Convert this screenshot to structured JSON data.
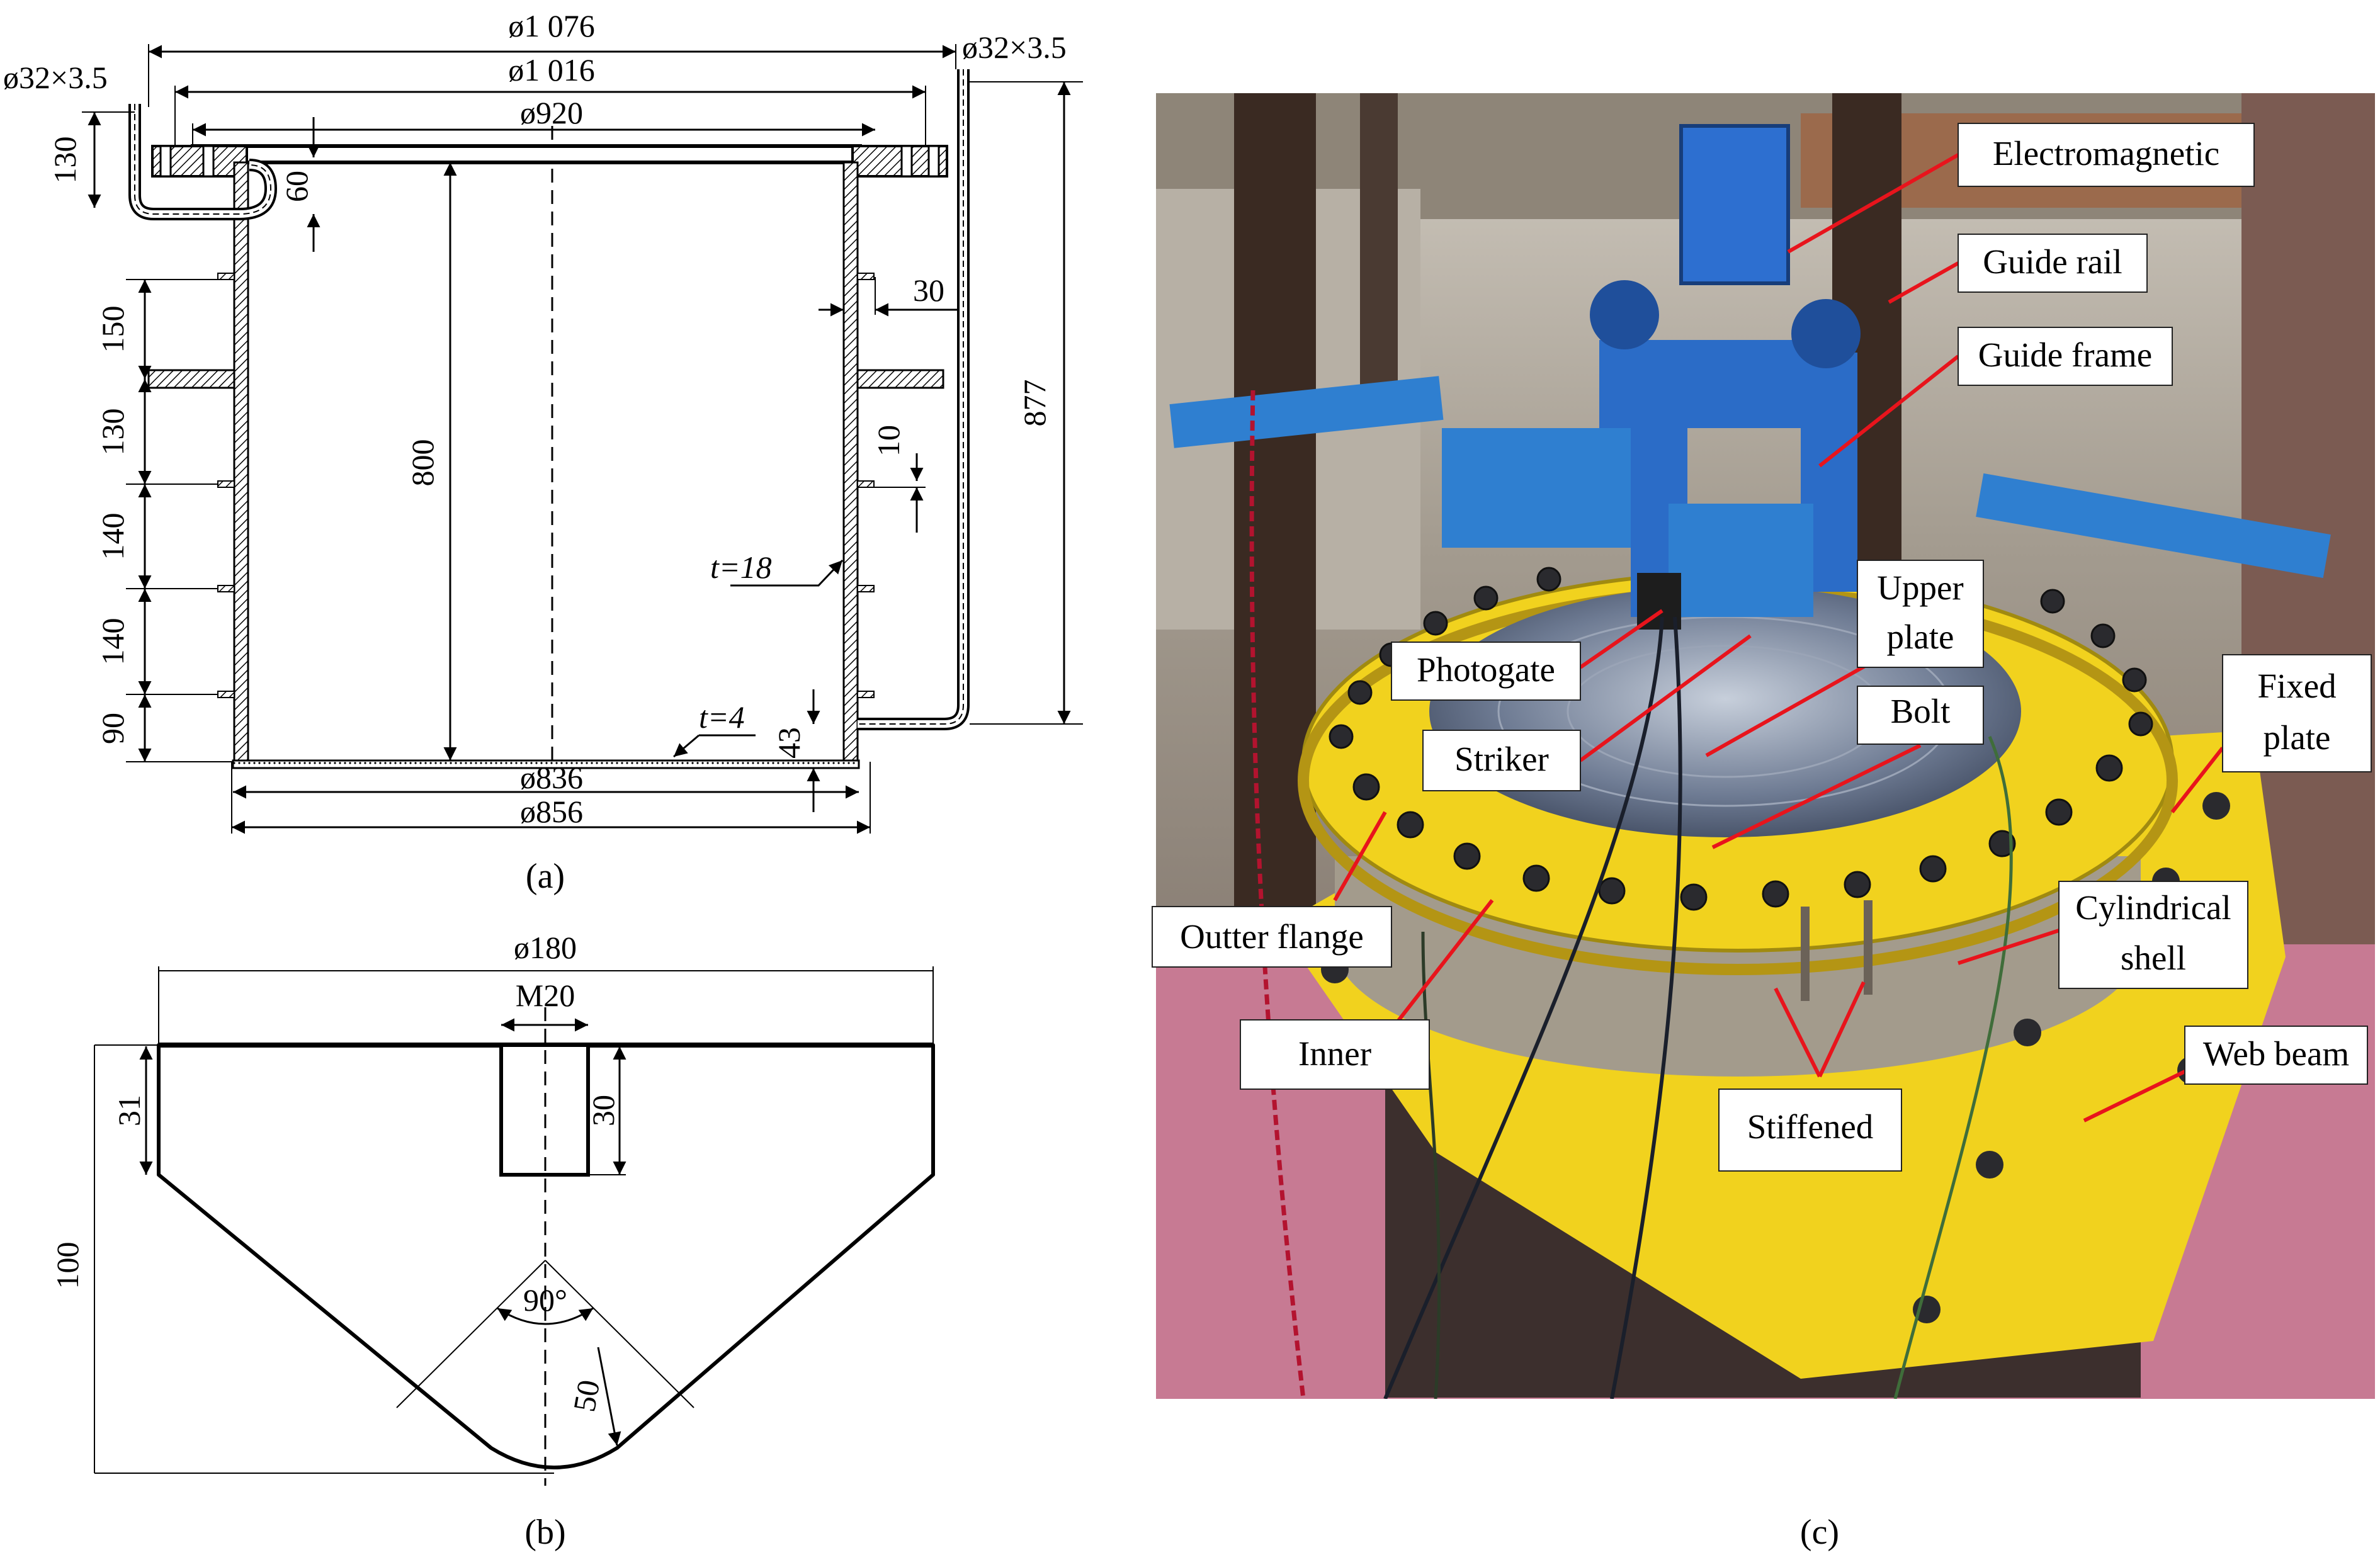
{
  "panel_a": {
    "caption": "(a)",
    "dims": {
      "d1076": "ø1 076",
      "d1016": "ø1 016",
      "d920": "ø920",
      "pipe_left": "ø32×3.5",
      "pipe_right": "ø32×3.5",
      "h130_top": "130",
      "h60": "60",
      "h150": "150",
      "h130": "130",
      "h140a": "140",
      "h140b": "140",
      "h90": "90",
      "h800": "800",
      "w30": "30",
      "w10": "10",
      "h877": "877",
      "t18": "t=18",
      "t4": "t=4",
      "h43": "43",
      "d836": "ø836",
      "d856": "ø856"
    }
  },
  "panel_b": {
    "caption": "(b)",
    "dims": {
      "d180": "ø180",
      "m20": "M20",
      "h31": "31",
      "h30": "30",
      "h100": "100",
      "ang90": "90°",
      "r50": "50"
    }
  },
  "panel_c": {
    "caption": "(c)",
    "labels": {
      "electromagnetic": "Electromagnetic",
      "guide_rail": "Guide rail",
      "guide_frame": "Guide frame",
      "upper_plate_1": "Upper",
      "upper_plate_2": "plate",
      "photogate": "Photogate",
      "bolt": "Bolt",
      "striker": "Striker",
      "fixed_plate_1": "Fixed",
      "fixed_plate_2": "plate",
      "outter_flange": "Outter flange",
      "cylindrical_shell_1": "Cylindrical",
      "cylindrical_shell_2": "shell",
      "inner": "Inner",
      "web_beam": "Web beam",
      "stiffened": "Stiffened"
    },
    "colors": {
      "leader": "#e8141c",
      "flange": "#f1d21e",
      "plate_blue": "#2b6cc7",
      "frame_dark": "#3a2a22",
      "bg_pink": "#c77a93"
    }
  }
}
